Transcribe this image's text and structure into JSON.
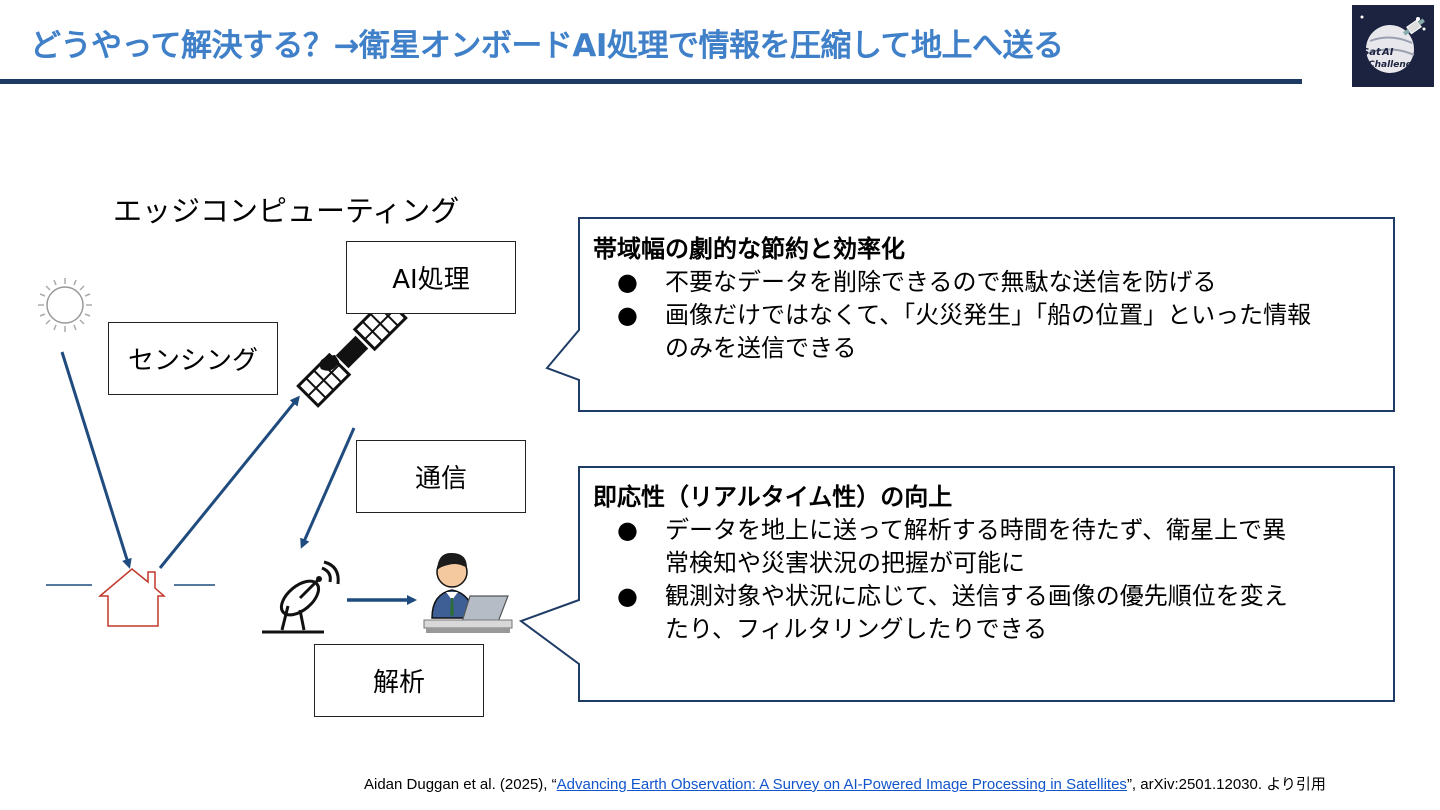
{
  "header": {
    "title": "どうやって解決する？→衛星オンボードAI処理で情報を圧縮して地上へ送る",
    "logo_text_top": "Sat",
    "logo_text_ai": "AI",
    "logo_text_bottom": "Challenge"
  },
  "diagram": {
    "section_label": "エッジコンピューティング",
    "labels": {
      "ai_processing": "AI処理",
      "sensing": "センシング",
      "communication": "通信",
      "analysis": "解析"
    }
  },
  "callouts": [
    {
      "heading": "帯域幅の劇的な節約と効率化",
      "bullets": [
        {
          "lines": [
            "不要なデータを削除できるので無駄な送信を防げる"
          ]
        },
        {
          "lines": [
            "画像だけではなくて、「火災発生」「船の位置」といった情報",
            "のみを送信できる"
          ]
        }
      ]
    },
    {
      "heading": "即応性（リアルタイム性）の向上",
      "bullets": [
        {
          "lines": [
            "データを地上に送って解析する時間を待たず、衛星上で異",
            "常検知や災害状況の把握が可能に"
          ]
        },
        {
          "lines": [
            "観測対象や状況に応じて、送信する画像の優先順位を変え",
            "たり、フィルタリングしたりできる"
          ]
        }
      ]
    }
  ],
  "bullet_symbol": "●",
  "citation": {
    "prefix": "Aidan Duggan et al. (2025), “",
    "link_text": "Advancing Earth Observation: A Survey on AI-Powered Image Processing in Satellites",
    "suffix": "”, arXiv:2501.12030. より引用"
  },
  "colors": {
    "title_blue": "#3f80c9",
    "rule_navy": "#1d3a62",
    "arrow_navy": "#1f4b7e",
    "callout_border": "#1f3c66",
    "house_red": "#c0392b",
    "logo_bg": "#1c2340"
  },
  "icons": [
    "sun-icon",
    "house-icon",
    "satellite-icon",
    "antenna-icon",
    "person-at-laptop-icon",
    "logo-badge"
  ]
}
